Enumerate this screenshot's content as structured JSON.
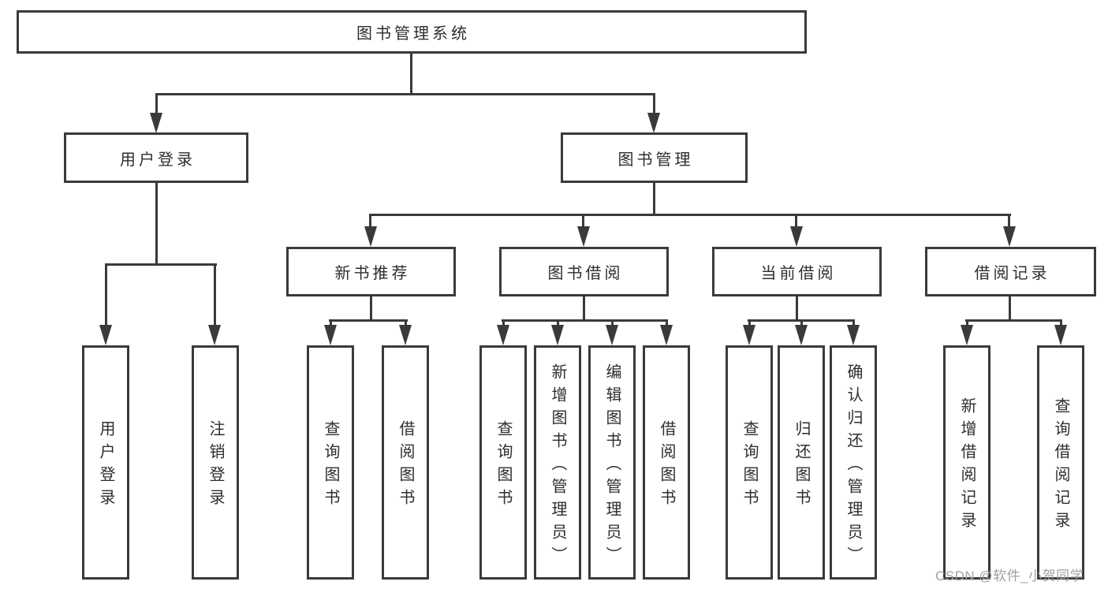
{
  "diagram_title": "图书管理系统",
  "watermark": "CSDN @软件_小贺同学",
  "colors": {
    "line": "#3a3a3a",
    "text": "#2e2e2e",
    "watermark": "#a0a0a0",
    "background": "#ffffff",
    "box_background": "#ffffff"
  },
  "root": {
    "label": "图书管理系统"
  },
  "branches": {
    "user_login": {
      "label": "用户登录",
      "children": [
        "用户登录",
        "注销登录"
      ]
    },
    "book_management": {
      "label": "图书管理",
      "groups": [
        {
          "label": "新书推荐",
          "children": [
            "查询图书",
            "借阅图书"
          ]
        },
        {
          "label": "图书借阅",
          "children": [
            "查询图书",
            "新增图书（管理员）",
            "编辑图书（管理员）",
            "借阅图书"
          ]
        },
        {
          "label": "当前借阅",
          "children": [
            "查询图书",
            "归还图书",
            "确认归还（管理员）"
          ]
        },
        {
          "label": "借阅记录",
          "children": [
            "新增借阅记录",
            "查询借阅记录"
          ]
        }
      ]
    }
  }
}
